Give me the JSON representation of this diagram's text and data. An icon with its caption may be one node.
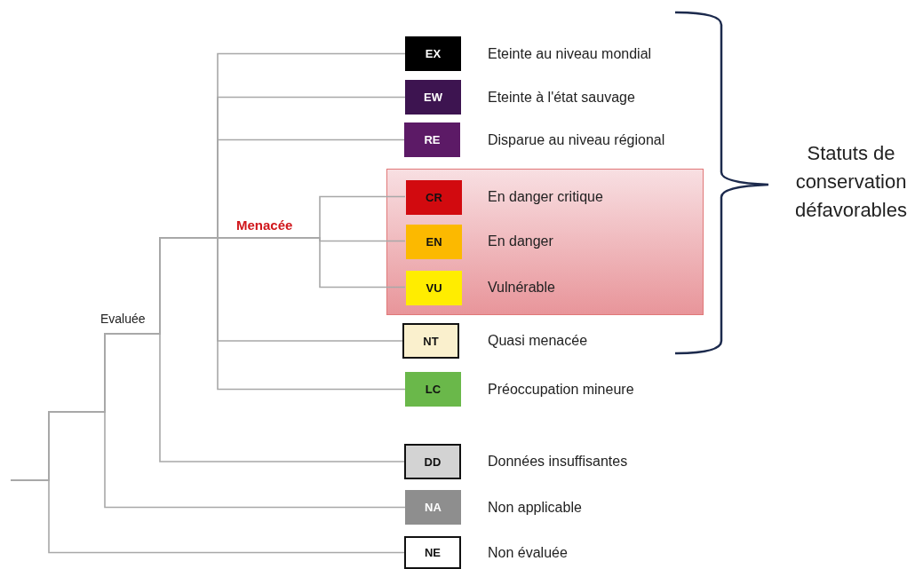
{
  "diagram": {
    "nodes": [
      {
        "text": [
          "EX"
        ],
        "beside": [
          "Eteinte au niveau mondial"
        ]
      },
      {
        "text": [
          "EW"
        ],
        "beside": [
          "Eteinte à l'état sauvage"
        ]
      },
      {
        "text": [
          "RE"
        ],
        "beside": [
          "Disparue au niveau régional"
        ]
      },
      {
        "text": [],
        "shape": "box"
      },
      {
        "text": [
          "CR"
        ],
        "in": 3,
        "beside": [
          "En danger critique"
        ]
      },
      {
        "text": [
          "EN"
        ],
        "in": 3,
        "beside": [
          "En danger"
        ]
      },
      {
        "text": [
          "VU"
        ],
        "in": 3,
        "beside": [
          "Vulnérable"
        ]
      },
      {
        "text": [
          "NT"
        ],
        "beside": [
          "Quasi menacée"
        ]
      },
      {
        "text": [
          "LC"
        ],
        "beside": [
          "Préoccupation mineure"
        ]
      },
      {
        "text": [
          "DD"
        ],
        "beside": [
          "Données insuffisantes"
        ]
      },
      {
        "text": [
          "NA"
        ],
        "beside": [
          "Non applicable"
        ]
      },
      {
        "text": [
          "NE"
        ],
        "beside": [
          "Non évaluée"
        ]
      }
    ],
    "edges": [
      {
        "from": null,
        "to": 0,
        "arrow": "none"
      },
      {
        "from": null,
        "to": 1,
        "arrow": "none"
      },
      {
        "from": null,
        "to": 2,
        "arrow": "none"
      },
      {
        "from": null,
        "to": 4,
        "arrow": "none"
      },
      {
        "from": null,
        "to": 5,
        "arrow": "none"
      },
      {
        "from": null,
        "to": 6,
        "arrow": "none"
      },
      {
        "from": null,
        "to": 7,
        "arrow": "none"
      },
      {
        "from": null,
        "to": 8,
        "arrow": "none"
      },
      {
        "from": null,
        "to": 9,
        "arrow": "none"
      },
      {
        "from": null,
        "to": 10,
        "arrow": "none"
      },
      {
        "from": null,
        "to": 11,
        "arrow": "none"
      }
    ],
    "labels": [
      "Menacée",
      "Evaluée",
      "Statuts de conservation défavorables"
    ]
  }
}
